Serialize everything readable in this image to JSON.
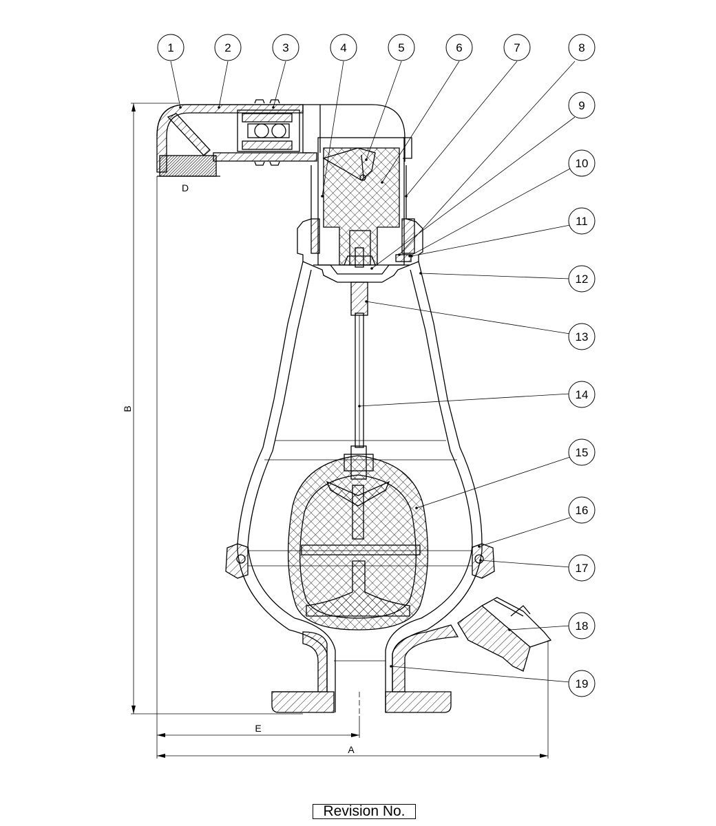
{
  "balloons": [
    "1",
    "2",
    "3",
    "4",
    "5",
    "6",
    "7",
    "8",
    "9",
    "10",
    "11",
    "12",
    "13",
    "14",
    "15",
    "16",
    "17",
    "18",
    "19"
  ],
  "dimensions": {
    "overall_width": "A",
    "overall_height": "B",
    "detail": "D",
    "offset": "E"
  },
  "revision_label": "Revision No."
}
